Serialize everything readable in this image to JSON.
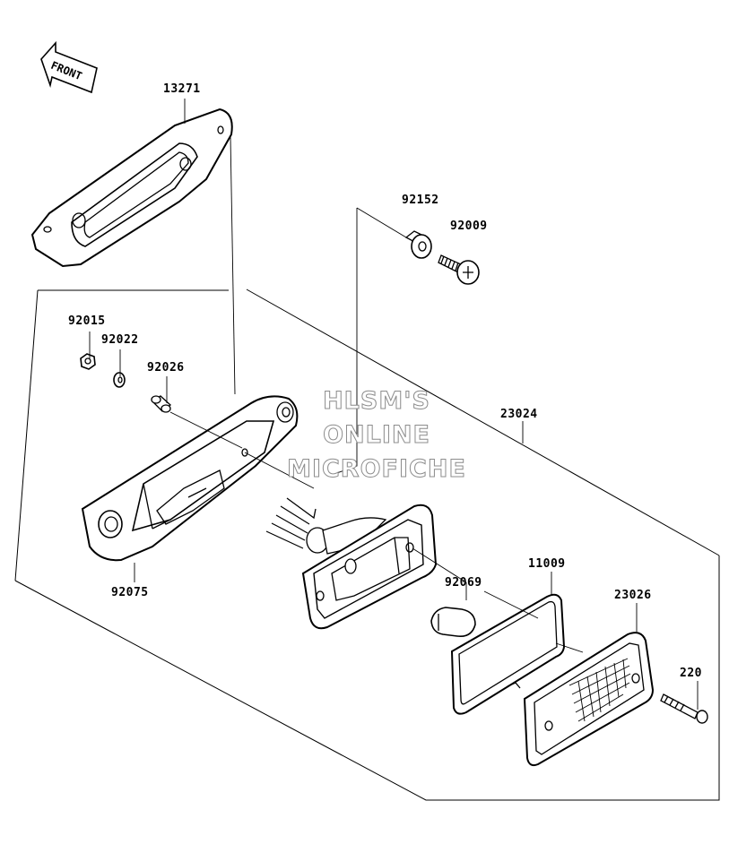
{
  "front_indicator": {
    "label": "FRONT",
    "icon": "arrow-left-icon"
  },
  "watermark": {
    "line1": "HLSM'S",
    "line2": "ONLINE",
    "line3": "MICROFICHE"
  },
  "parts": {
    "gasket": "13271",
    "collar": "92152",
    "screw": "92009",
    "nut": "92015",
    "washer": "92022",
    "spacer": "92026",
    "tail_lamp_assembly": "23024",
    "base": "92075",
    "bulb": "92069",
    "lens_gasket": "11009",
    "lens": "23026",
    "lens_screw": "220"
  }
}
